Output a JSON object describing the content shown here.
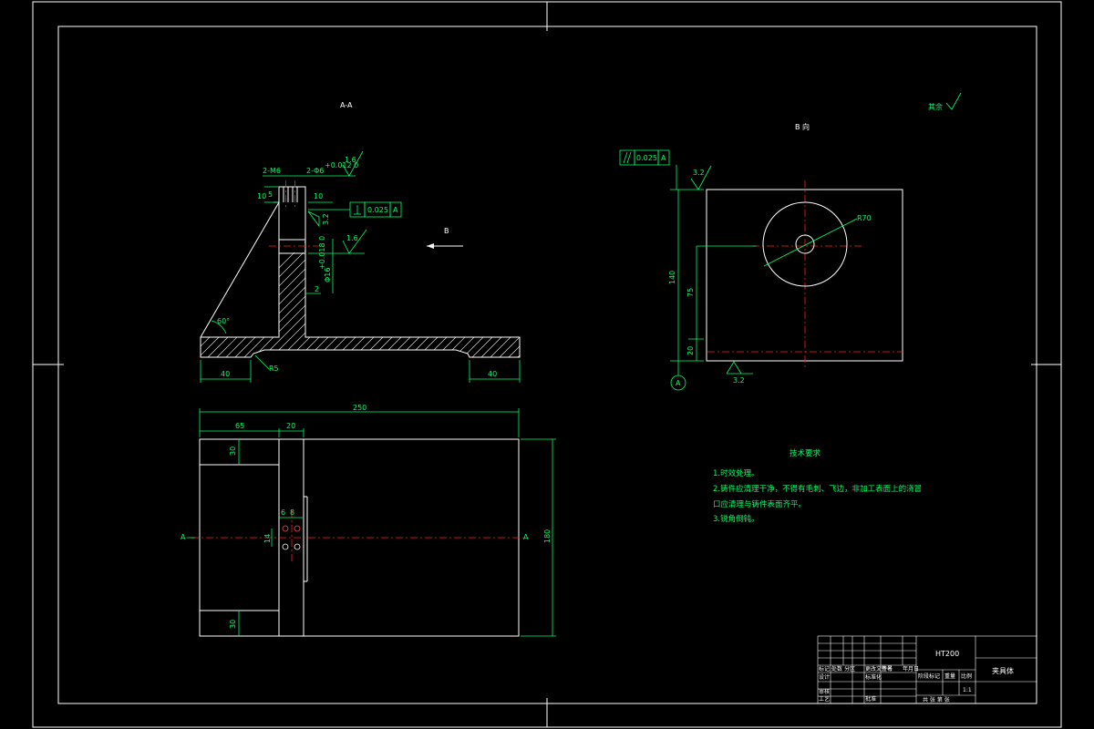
{
  "views": {
    "section_label": "A-A",
    "view_b_label": "B 向",
    "arrow_b": "B",
    "surface_rest": "其余",
    "datum_a": "A"
  },
  "section": {
    "dim_2m6": "2-M6",
    "dim_2phi6": "2-Φ6",
    "tol_phi6": "+0.012 0",
    "dim_10a": "10",
    "dim_5": "5",
    "dim_10b": "10",
    "rough_16_top": "1.6",
    "rough_16_mid": "1.6",
    "rough_32": "3.2",
    "perp_value": "0.025",
    "perp_datum": "A",
    "dim_phi16": "Φ16",
    "tol_phi16": "+0.018 0",
    "dim_2": "2",
    "angle_60": "60°",
    "dim_40_left": "40",
    "dim_40_right": "40",
    "radius_r5": "R5"
  },
  "plan": {
    "dim_250": "250",
    "dim_65": "65",
    "dim_20": "20",
    "dim_30_top": "30",
    "dim_30_bot": "30",
    "dim_6": "6",
    "dim_8": "8",
    "dim_14": "14",
    "dim_180": "180",
    "cut_a_left": "A",
    "cut_a_right": "A"
  },
  "view_b": {
    "parallel_value": "0.025",
    "parallel_datum": "A",
    "rough_32_top": "3.2",
    "rough_32_bot": "3.2",
    "dim_140": "140",
    "dim_75": "75",
    "dim_20": "20",
    "radius_r70": "R70"
  },
  "tech": {
    "title": "技术要求",
    "lines": [
      "1.时效处理。",
      "2.铸件应清理干净，不得有毛刺、飞边，非加工表面上的浇冒",
      "口应清理与铸件表面齐平。",
      "3.锐角倒钝。"
    ]
  },
  "title_block": {
    "material": "HT200",
    "part_name": "夹具体",
    "scale": "1:1",
    "row_labels": [
      "标记",
      "处数",
      "分区",
      "更改文件号",
      "签名",
      "年月日"
    ],
    "design": "设计",
    "standardize": "标准化",
    "review": "审核",
    "process": "工艺",
    "approve": "批准",
    "stage_mark": "阶段标记",
    "weight": "重量",
    "ratio": "比例",
    "sheets": "共 张 第 张"
  }
}
